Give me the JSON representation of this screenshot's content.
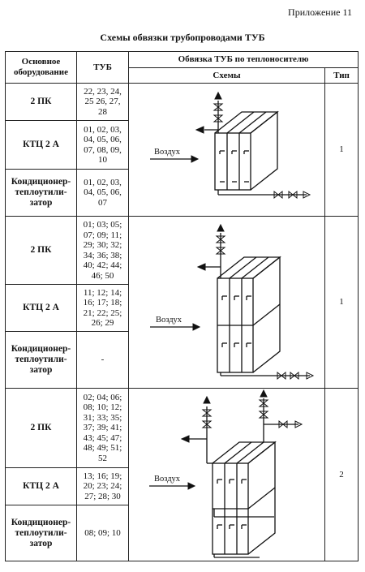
{
  "header": {
    "appendix": "Приложение 11",
    "title": "Схемы обвязки трубопроводами ТУБ"
  },
  "table": {
    "col_equipment": [
      "Основное",
      "оборудование"
    ],
    "col_tub": "ТУБ",
    "col_binding": "Обвязка ТУБ по теплоносителю",
    "col_schemes": "Схемы",
    "col_type": "Тип",
    "groups": [
      {
        "type": "1",
        "air_label": "Воздух",
        "rows": [
          {
            "equipment": [
              "2 ПК"
            ],
            "tub": [
              "22, 23, 24,",
              "25 26, 27,",
              "28"
            ]
          },
          {
            "equipment": [
              "КТЦ 2 А"
            ],
            "tub": [
              "01, 02, 03,",
              "04, 05, 06,",
              "07, 08, 09,",
              "10"
            ]
          },
          {
            "equipment": [
              "Кондиционер-",
              "теплоутили-",
              "затор"
            ],
            "tub": [
              "01, 02, 03,",
              "04, 05, 06,",
              "07"
            ]
          }
        ]
      },
      {
        "type": "1",
        "air_label": "Воздух",
        "rows": [
          {
            "equipment": [
              "2 ПК"
            ],
            "tub": [
              "01; 03; 05;",
              "07; 09; 11;",
              "29; 30; 32;",
              "34; 36; 38;",
              "40; 42; 44;",
              "46; 50"
            ]
          },
          {
            "equipment": [
              "КТЦ 2 А"
            ],
            "tub": [
              "11; 12; 14;",
              "16; 17; 18;",
              "21; 22; 25;",
              "26; 29"
            ]
          },
          {
            "equipment": [
              "Кондиционер-",
              "теплоутили-",
              "затор"
            ],
            "tub": [
              "-"
            ]
          }
        ]
      },
      {
        "type": "2",
        "air_label": "Воздух",
        "rows": [
          {
            "equipment": [
              "2 ПК"
            ],
            "tub": [
              "02; 04; 06;",
              "08; 10; 12;",
              "31; 33; 35;",
              "37; 39; 41;",
              "43; 45; 47;",
              "48; 49; 51;",
              "52"
            ]
          },
          {
            "equipment": [
              "КТЦ 2 А"
            ],
            "tub": [
              "13; 16; 19;",
              "20; 23; 24;",
              "27; 28; 30"
            ]
          },
          {
            "equipment": [
              "Кондиционер-",
              "теплоутили-",
              "затор"
            ],
            "tub": [
              "08; 09; 10"
            ]
          }
        ]
      }
    ]
  }
}
